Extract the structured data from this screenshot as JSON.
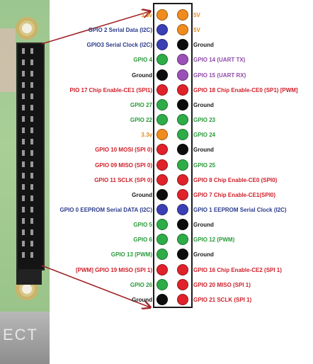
{
  "colors": {
    "orange": "#f08c1e",
    "blue": "#3a3fb5",
    "green": "#2eac47",
    "purple": "#9b51b8",
    "red": "#e0222a",
    "black": "#0d0d0d",
    "arrow": "#a2262a",
    "label_orange": "#e08a1a",
    "label_blue": "#2c3b8c",
    "label_green": "#2a9a3a",
    "label_red": "#d0202a",
    "label_black": "#1a1a1a",
    "label_purple": "#8e4aa8"
  },
  "board": {
    "connector_text": "ECT"
  },
  "pins": [
    {
      "left": {
        "text": "3.3v",
        "pin": "orange",
        "tc": "label_orange"
      },
      "right": {
        "text": "5V",
        "pin": "orange",
        "tc": "label_orange"
      }
    },
    {
      "left": {
        "text": "GPIO 2 Serial Data (I2C)",
        "pin": "blue",
        "tc": "label_blue"
      },
      "right": {
        "text": "5V",
        "pin": "orange",
        "tc": "label_orange"
      }
    },
    {
      "left": {
        "text": "GPIO3 Serial Clock (I2C)",
        "pin": "blue",
        "tc": "label_blue"
      },
      "right": {
        "text": "Ground",
        "pin": "black",
        "tc": "label_black"
      }
    },
    {
      "left": {
        "text": "GPIO 4",
        "pin": "green",
        "tc": "label_green"
      },
      "right": {
        "text": "GPIO 14 (UART TX)",
        "pin": "purple",
        "tc": "label_purple"
      }
    },
    {
      "left": {
        "text": "Ground",
        "pin": "black",
        "tc": "label_black"
      },
      "right": {
        "text": "GPIO 15 (UART RX)",
        "pin": "purple",
        "tc": "label_purple"
      }
    },
    {
      "left": {
        "text": "PIO 17 Chip Enable-CE1 (SPI1)",
        "pin": "red",
        "tc": "label_red"
      },
      "right": {
        "text": "GPIO 18 Chip Enable-CE0 (SP1) [PWM]",
        "pin": "red",
        "tc": "label_red"
      }
    },
    {
      "left": {
        "text": "GPIO 27",
        "pin": "green",
        "tc": "label_green"
      },
      "right": {
        "text": "Ground",
        "pin": "black",
        "tc": "label_black"
      }
    },
    {
      "left": {
        "text": "GPIO 22",
        "pin": "green",
        "tc": "label_green"
      },
      "right": {
        "text": "GPIO 23",
        "pin": "green",
        "tc": "label_green"
      }
    },
    {
      "left": {
        "text": "3.3v",
        "pin": "orange",
        "tc": "label_orange"
      },
      "right": {
        "text": "GPIO 24",
        "pin": "green",
        "tc": "label_green"
      }
    },
    {
      "left": {
        "text": "GPIO 10 MOSI (SPI 0)",
        "pin": "red",
        "tc": "label_red"
      },
      "right": {
        "text": "Ground",
        "pin": "black",
        "tc": "label_black"
      }
    },
    {
      "left": {
        "text": "GPIO 09 MISO (SPI 0)",
        "pin": "red",
        "tc": "label_red"
      },
      "right": {
        "text": "GPIO 25",
        "pin": "green",
        "tc": "label_green"
      }
    },
    {
      "left": {
        "text": "GPIO 11 SCLK (SPI 0)",
        "pin": "red",
        "tc": "label_red"
      },
      "right": {
        "text": "GPIO 8 Chip Enable-CE0 (SPI0)",
        "pin": "red",
        "tc": "label_red"
      }
    },
    {
      "left": {
        "text": "Ground",
        "pin": "black",
        "tc": "label_black"
      },
      "right": {
        "text": "GPIO 7 Chip Enable-CE1(SPI0)",
        "pin": "red",
        "tc": "label_red"
      }
    },
    {
      "left": {
        "text": "GPIO 0 EEPROM Serial DATA (I2C)",
        "pin": "blue",
        "tc": "label_blue"
      },
      "right": {
        "text": "GPIO 1 EEPROM Serial Clock (I2C)",
        "pin": "blue",
        "tc": "label_blue"
      }
    },
    {
      "left": {
        "text": "GPIO 5",
        "pin": "green",
        "tc": "label_green"
      },
      "right": {
        "text": "Ground",
        "pin": "black",
        "tc": "label_black"
      }
    },
    {
      "left": {
        "text": "GPIO 6",
        "pin": "green",
        "tc": "label_green"
      },
      "right": {
        "text": "GPIO 12 (PWM)",
        "pin": "green",
        "tc": "label_green"
      }
    },
    {
      "left": {
        "text": "GPIO 13 (PWM)",
        "pin": "green",
        "tc": "label_green"
      },
      "right": {
        "text": "Ground",
        "pin": "black",
        "tc": "label_black"
      }
    },
    {
      "left": {
        "text": "[PWM] GPIO 19 MISO (SPI 1)",
        "pin": "red",
        "tc": "label_red"
      },
      "right": {
        "text": "GPIO 16 Chip Enable-CE2 (SPI 1)",
        "pin": "red",
        "tc": "label_red"
      }
    },
    {
      "left": {
        "text": "GPIO 26",
        "pin": "green",
        "tc": "label_green"
      },
      "right": {
        "text": "GPIO 20 MISO (SPI 1)",
        "pin": "red",
        "tc": "label_red"
      }
    },
    {
      "left": {
        "text": "Ground",
        "pin": "black",
        "tc": "label_black"
      },
      "right": {
        "text": "GPIO 21 SCLK (SPI 1)",
        "pin": "red",
        "tc": "label_red"
      }
    }
  ]
}
